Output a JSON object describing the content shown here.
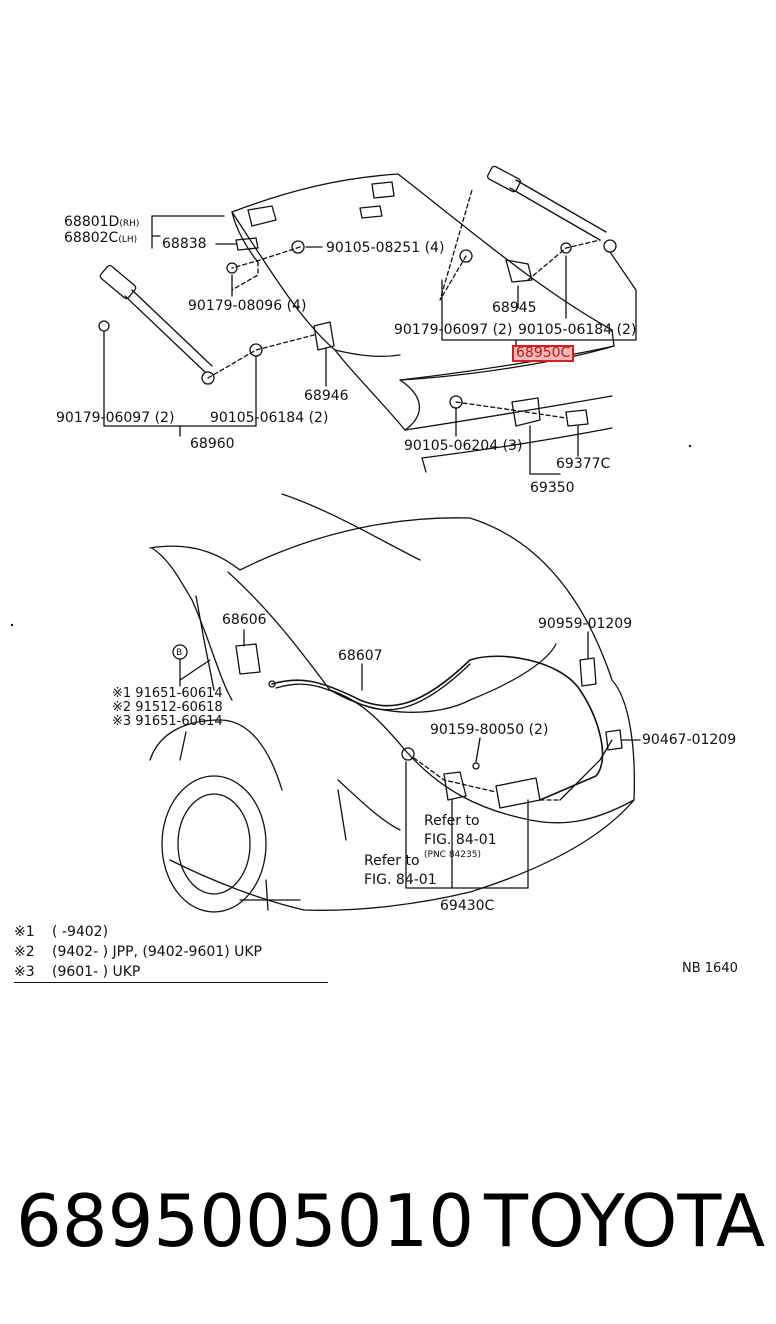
{
  "upper": {
    "callouts": {
      "c68801D": "68801D",
      "c68801D_side": "(RH)",
      "c68802C": "68802C",
      "c68802C_side": "(LH)",
      "c68838": "68838",
      "c90105_08251": "90105-08251 (4)",
      "c90179_08096": "90179-08096 (4)",
      "c90179_06097_r": "90179-06097 (2)",
      "c90105_06184_r": "90105-06184 (2)",
      "c68945": "68945",
      "c68950C": "68950C",
      "c68946": "68946",
      "c90179_06097_l": "90179-06097 (2)",
      "c90105_06184_l": "90105-06184 (2)",
      "c68960": "68960",
      "c90105_06204": "90105-06204 (3)",
      "c69377C": "69377C",
      "c69350": "69350"
    }
  },
  "lower": {
    "callouts": {
      "c68606": "68606",
      "c68607": "68607",
      "c90959_01209": "90959-01209",
      "cB": "B",
      "c91651_60614_a": "※1 91651-60614",
      "c91512_60618": "※2 91512-60618",
      "c91651_60614_b": "※3 91651-60614",
      "c90159_80050": "90159-80050 (2)",
      "c90467_01209": "90467-01209",
      "ref1_line1": "Refer to",
      "ref1_line2": "FIG. 84-01",
      "ref1_pnc": "(PNC 84235)",
      "ref2_line1": "Refer to",
      "ref2_line2": "FIG. 84-01",
      "c69430C": "69430C"
    }
  },
  "footnotes": [
    {
      "mark": "※1",
      "text": "(        -9402)"
    },
    {
      "mark": "※2",
      "text": "(9402-         ) JPP, (9402-9601) UKP"
    },
    {
      "mark": "※3",
      "text": "(9601-         ) UKP"
    }
  ],
  "figure_code": "NB 1640",
  "caption": {
    "part_number": "6895005010",
    "brand": "TOYOTA"
  },
  "highlight_color": "#d42020"
}
